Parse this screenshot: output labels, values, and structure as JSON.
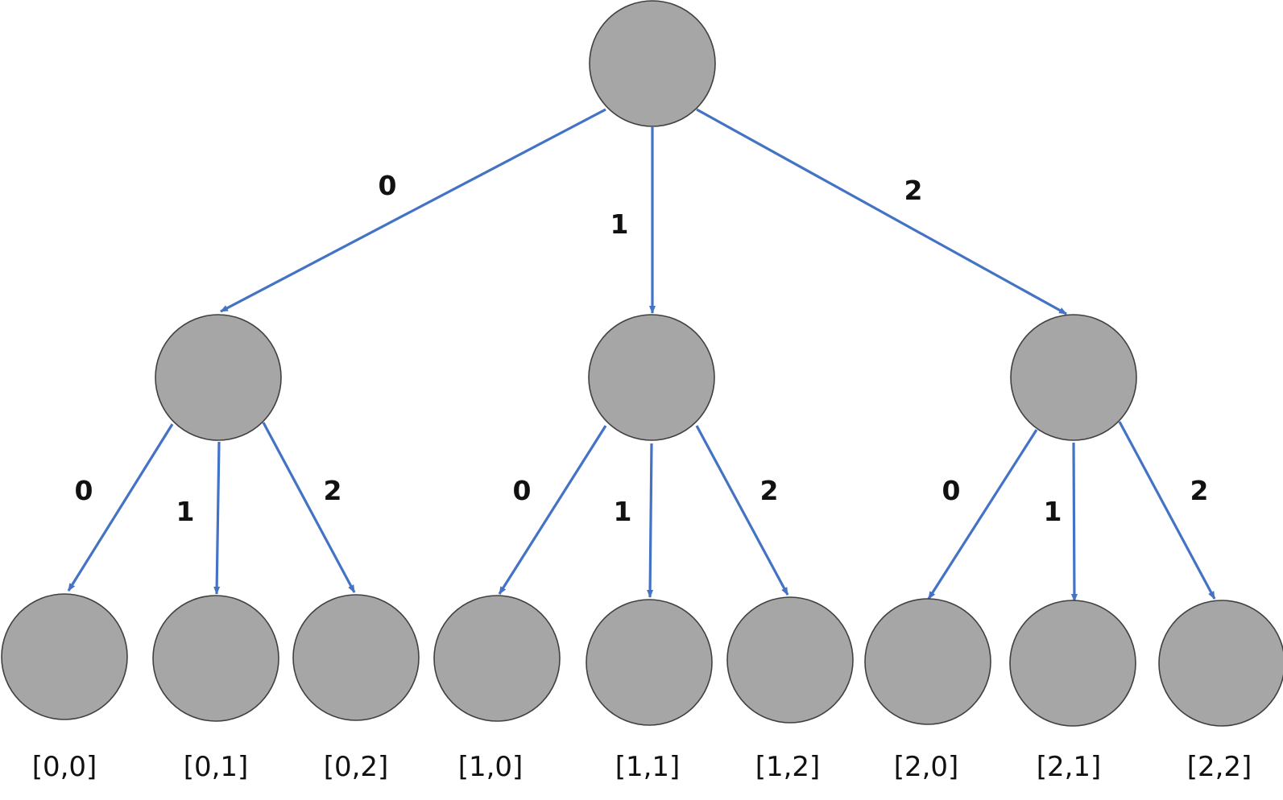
{
  "tree": {
    "root": {
      "id": "root"
    },
    "branches": [
      {
        "edge_label": "0",
        "children": [
          {
            "edge_label": "0",
            "leaf_label": "[0,0]"
          },
          {
            "edge_label": "1",
            "leaf_label": "[0,1]"
          },
          {
            "edge_label": "2",
            "leaf_label": "[0,2]"
          }
        ]
      },
      {
        "edge_label": "1",
        "children": [
          {
            "edge_label": "0",
            "leaf_label": "[1,0]"
          },
          {
            "edge_label": "1",
            "leaf_label": "[1,1]"
          },
          {
            "edge_label": "2",
            "leaf_label": "[1,2]"
          }
        ]
      },
      {
        "edge_label": "2",
        "children": [
          {
            "edge_label": "0",
            "leaf_label": "[2,0]"
          },
          {
            "edge_label": "1",
            "leaf_label": "[2,1]"
          },
          {
            "edge_label": "2",
            "leaf_label": "[2,2]"
          }
        ]
      }
    ]
  },
  "colors": {
    "edge": "#4472C4",
    "node_fill": "#A6A6A6",
    "node_stroke": "#404040",
    "text": "#111111"
  }
}
